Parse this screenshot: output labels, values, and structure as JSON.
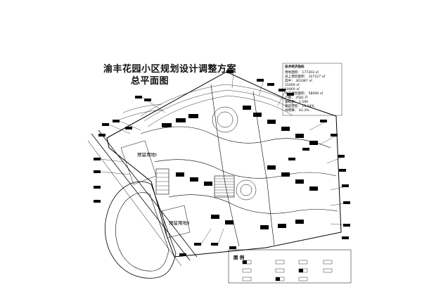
{
  "title": {
    "main": "渝丰花园小区规划设计调整方案",
    "sub": "总平面图"
  },
  "economics": {
    "heading": "技术经济指标",
    "rows": [
      "用地面积：  177203 ㎡",
      "总上建筑面积：  327127 ㎡",
      "其中：  303387 ㎡",
      "        15000 ㎡",
      "        10460 ㎡",
      "地下建筑面积：  58000 ㎡",
      "户数：  2581 户",
      "容积率：  1.596",
      "建筑密度：  11.14%",
      "绿地率：  43.3%"
    ]
  },
  "labels": {
    "reserved_1": "预留用地Ⅰ",
    "reserved_2": "预留用地Ⅱ"
  },
  "legend": {
    "heading": "图  例"
  }
}
